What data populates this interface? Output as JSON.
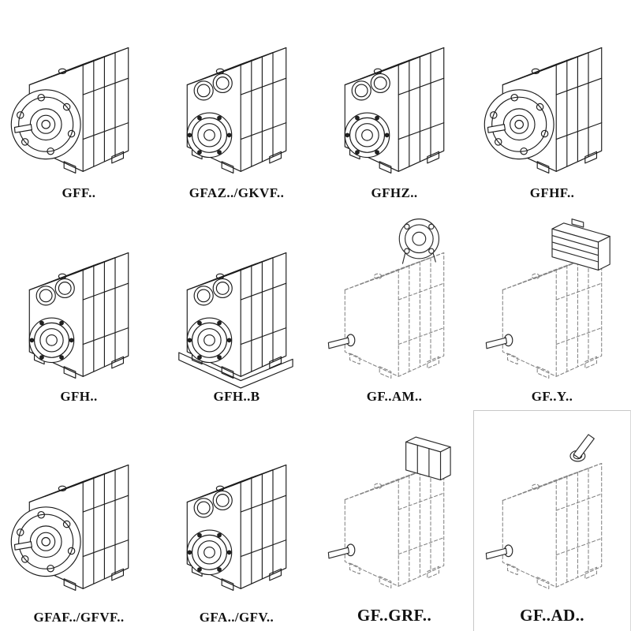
{
  "page": {
    "background": "#ffffff",
    "line_color": "#1c1c1c",
    "phantom_line_color": "#828282"
  },
  "catalog": {
    "items": [
      {
        "label": "GFF..",
        "drawing": "flange-mounted-helical-gearbox"
      },
      {
        "label": "GFAZ../GKVF..",
        "drawing": "shaft-mounted-gearbox-with-bores"
      },
      {
        "label": "GFHZ..",
        "drawing": "hollow-shaft-gearbox"
      },
      {
        "label": "GFHF..",
        "drawing": "flange-mounted-helical-gearbox"
      },
      {
        "label": "GFH..",
        "drawing": "hollow-shaft-gearbox"
      },
      {
        "label": "GFH..B",
        "drawing": "hollow-shaft-gearbox-foot-mounted"
      },
      {
        "label": "GF..AM..",
        "drawing": "phantom-gearbox-with-motor-adapter-flange"
      },
      {
        "label": "GF..Y..",
        "drawing": "phantom-gearbox-with-mounted-motor"
      },
      {
        "label": "GFAF../GFVF..",
        "drawing": "flange-mounted-helical-gearbox"
      },
      {
        "label": "GFA../GFV..",
        "drawing": "shaft-mounted-gearbox-with-bores"
      },
      {
        "label": "GF..GRF..",
        "drawing": "phantom-gearbox-with-adapter-unit"
      },
      {
        "label": "GF..AD..",
        "drawing": "phantom-gearbox-with-input-shaft-adapter"
      }
    ]
  }
}
